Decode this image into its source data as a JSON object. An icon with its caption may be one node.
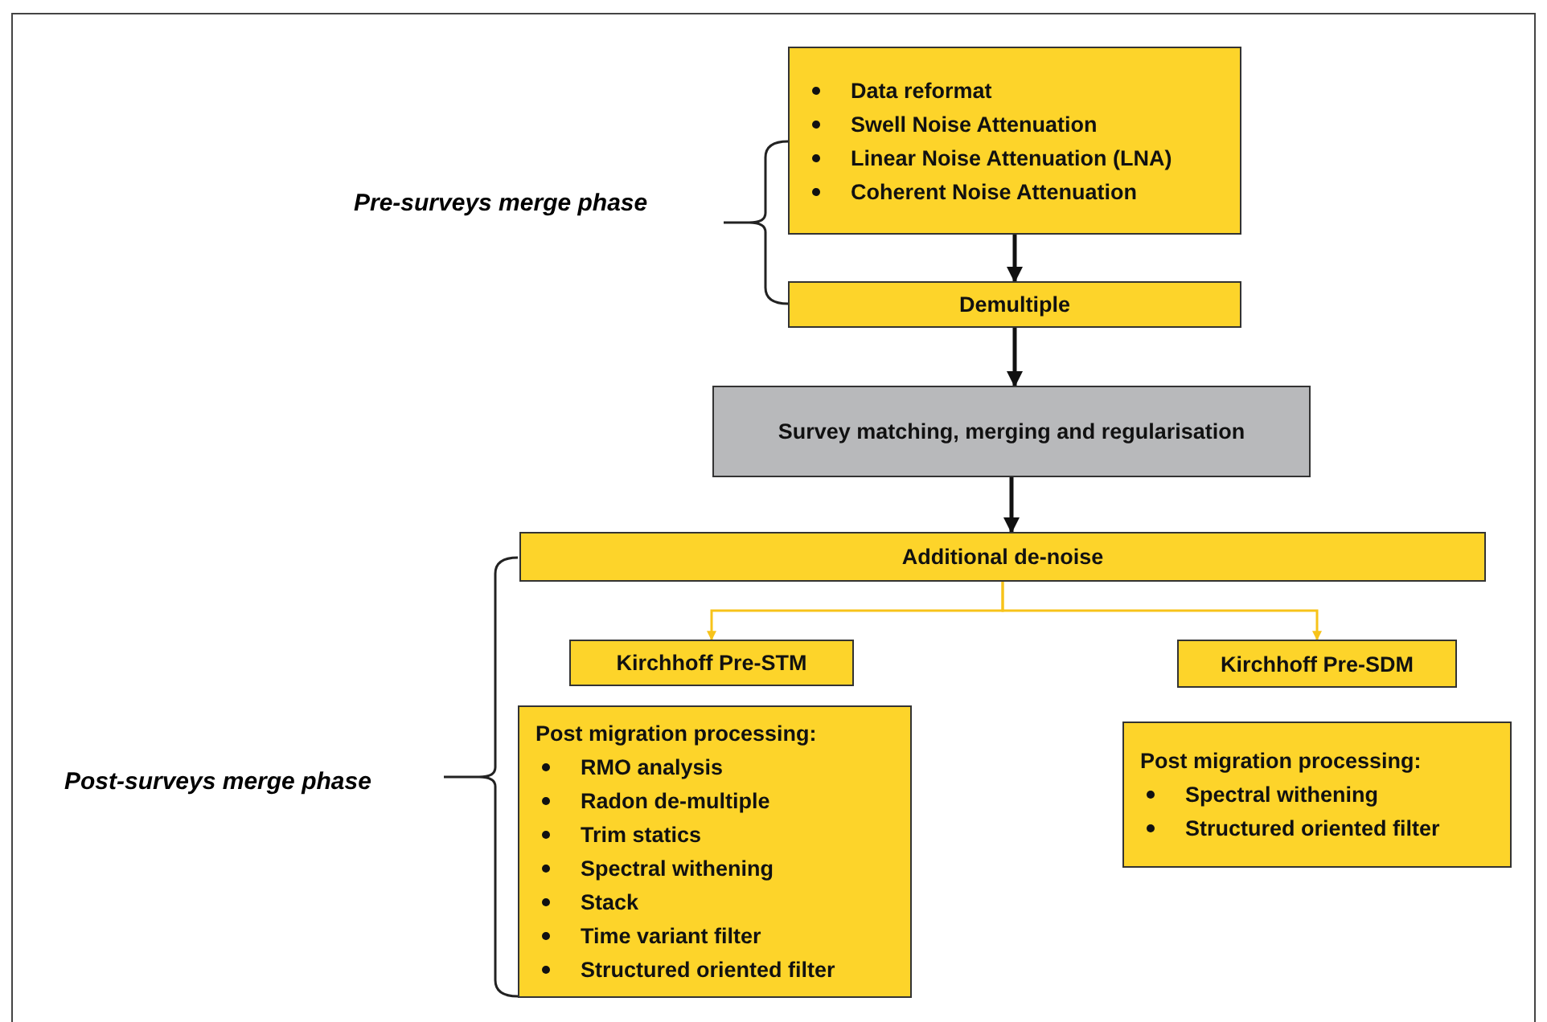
{
  "diagram": {
    "nodes": [
      {
        "text": [
          "Data reformat",
          "Swell Noise Attenuation",
          "Linear Noise Attenuation (LNA)",
          "Coherent Noise Attenuation"
        ]
      },
      {
        "text": [
          "Demultiple"
        ]
      },
      {
        "text": [
          "Survey matching, merging and regularisation"
        ]
      },
      {
        "text": [
          "Additional de-noise"
        ]
      },
      {
        "text": [
          "Kirchhoff Pre-STM"
        ]
      },
      {
        "text": [
          "Kirchhoff Pre-SDM"
        ]
      },
      {
        "text": [
          "Post migration processing:",
          "RMO analysis",
          "Radon de-multiple",
          "Trim statics",
          "Spectral withening",
          "Stack",
          "Time variant filter",
          "Structured oriented filter"
        ]
      },
      {
        "text": [
          "Post migration processing:",
          "Spectral withening",
          "Structured oriented filter"
        ]
      }
    ],
    "edges": [
      {
        "from": 0,
        "to": 1,
        "arrow": "to"
      },
      {
        "from": 1,
        "to": 2,
        "arrow": "to"
      },
      {
        "from": 2,
        "to": 3,
        "arrow": "to"
      },
      {
        "from": 3,
        "to": 4,
        "arrow": "to",
        "color": "#f7c31a"
      },
      {
        "from": 3,
        "to": 5,
        "arrow": "to",
        "color": "#f7c31a"
      }
    ],
    "labels": [
      "Pre-surveys merge phase",
      "Post-surveys merge phase"
    ]
  }
}
